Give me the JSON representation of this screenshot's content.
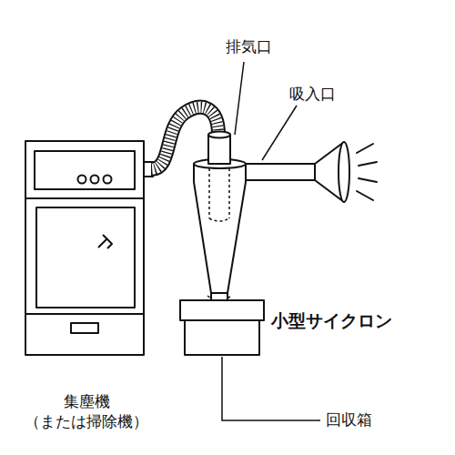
{
  "diagram": {
    "labels": [
      "排気口",
      "吸入口",
      "小型サイクロン",
      "集塵機 （または掃除機）",
      "回収箱"
    ]
  }
}
